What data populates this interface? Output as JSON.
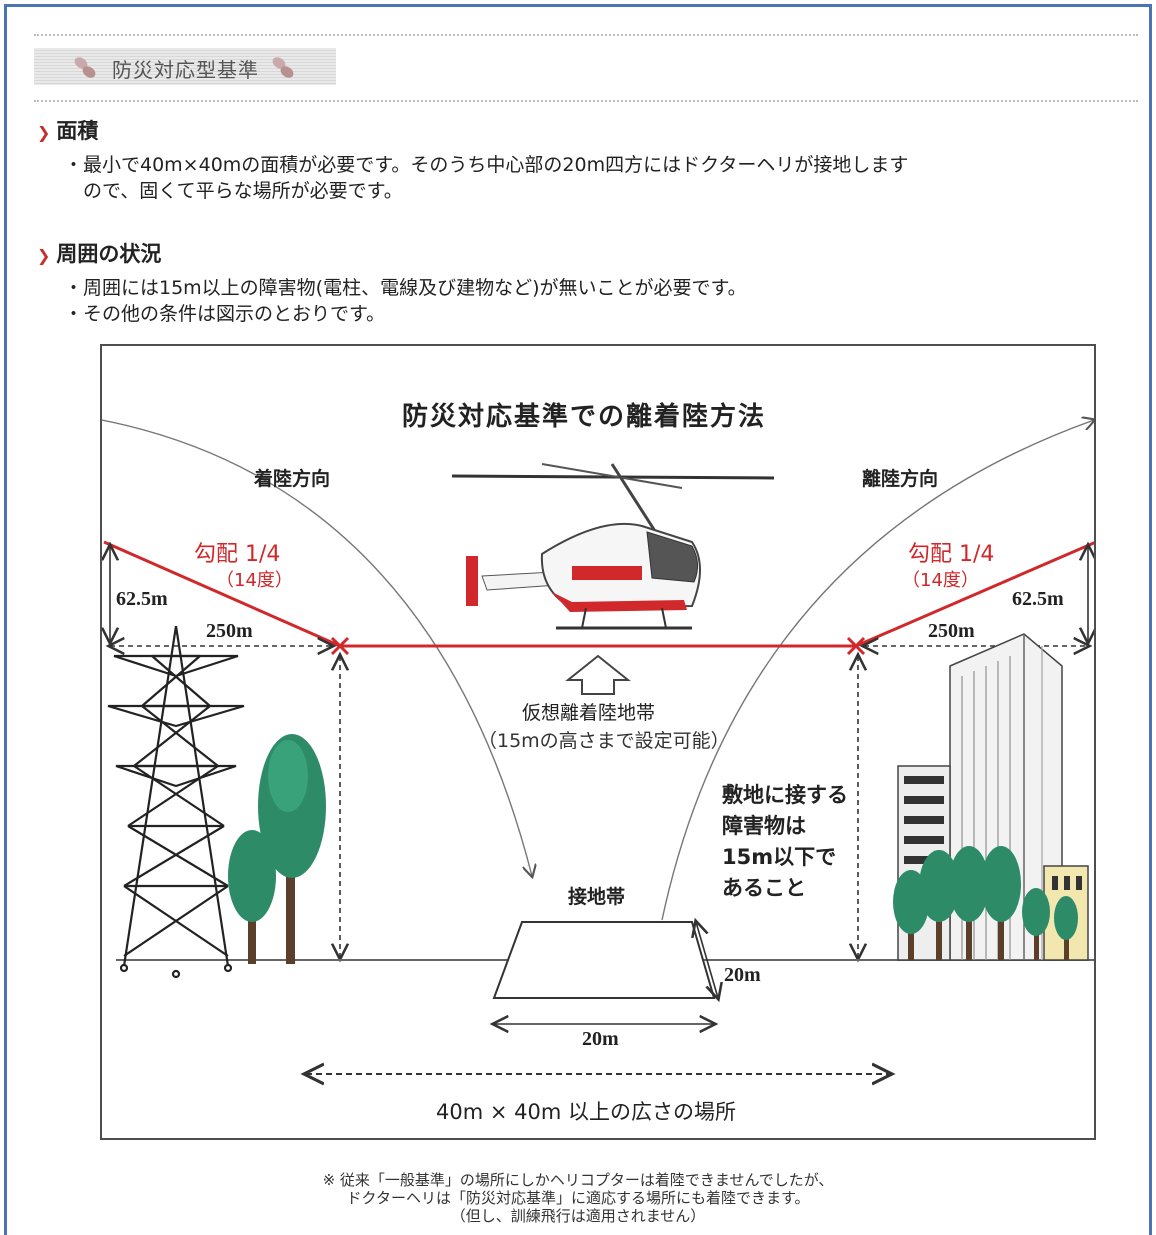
{
  "header": {
    "title": "防災対応型基準"
  },
  "sections": [
    {
      "title": "面積",
      "lines": [
        "・最小で40m×40mの面積が必要です。そのうち中心部の20m四方にはドクターヘリが接地します",
        "　ので、固くて平らな場所が必要です。"
      ]
    },
    {
      "title": "周囲の状況",
      "lines": [
        "・周囲には15m以上の障害物(電柱、電線及び建物など)が無いことが必要です。",
        "・その他の条件は図示のとおりです。"
      ]
    }
  ],
  "diagram": {
    "title": "防災対応基準での離着陸方法",
    "landing_direction": "着陸方向",
    "takeoff_direction": "離陸方向",
    "slope_left": "勾配 1/4",
    "slope_left_deg": "（14度）",
    "slope_right": "勾配 1/4",
    "slope_right_deg": "（14度）",
    "height_left": "62.5m",
    "height_right": "62.5m",
    "dist_left": "250m",
    "dist_right": "250m",
    "virtual_zone": "仮想離着陸地帯",
    "virtual_zone_note": "（15mの高さまで設定可能）",
    "obstacle_note": [
      "敷地に接する",
      "障害物は",
      "15m以下で",
      "あること"
    ],
    "touchdown_zone": "接地帯",
    "pad_depth": "20m",
    "pad_width": "20m",
    "area": "40m × 40m 以上の広さの場所",
    "colors": {
      "approach_line": "#d0282b",
      "tree": "#2e8b67",
      "frame": "#4a74b4"
    },
    "icons": [
      "helicopter-icon",
      "power-tower-icon",
      "tree-icon",
      "building-icon",
      "up-arrow-icon"
    ]
  },
  "footnote": [
    "※ 従来「一般基準」の場所にしかヘリコプターは着陸できませんでしたが、",
    "ドクターヘリは「防災対応基準」に適応する場所にも着陸できます。",
    "（但し、訓練飛行は適用されません）"
  ]
}
